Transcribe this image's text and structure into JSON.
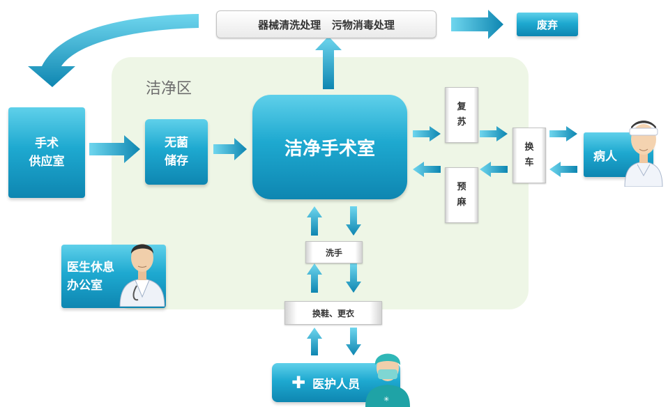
{
  "zone_label": "洁净区",
  "top_process": "器械清洗处理   污物消毒处理",
  "discard": "废弃",
  "supply_room": [
    "手术",
    "供应室"
  ],
  "sterile_storage": [
    "无菌",
    "储存"
  ],
  "operating_room": "洁净手术室",
  "recovery": [
    "复",
    "苏"
  ],
  "anesthesia": [
    "预",
    "麻"
  ],
  "transfer": [
    "换",
    "车"
  ],
  "patient": "病人",
  "doctor_office": [
    "医生休息",
    "办公室"
  ],
  "hand_wash": "洗手",
  "change_clothes": "换鞋、更衣",
  "medical_staff": "医护人员",
  "colors": {
    "teal": "#1ea9d0",
    "zone": "#eef6e6"
  }
}
